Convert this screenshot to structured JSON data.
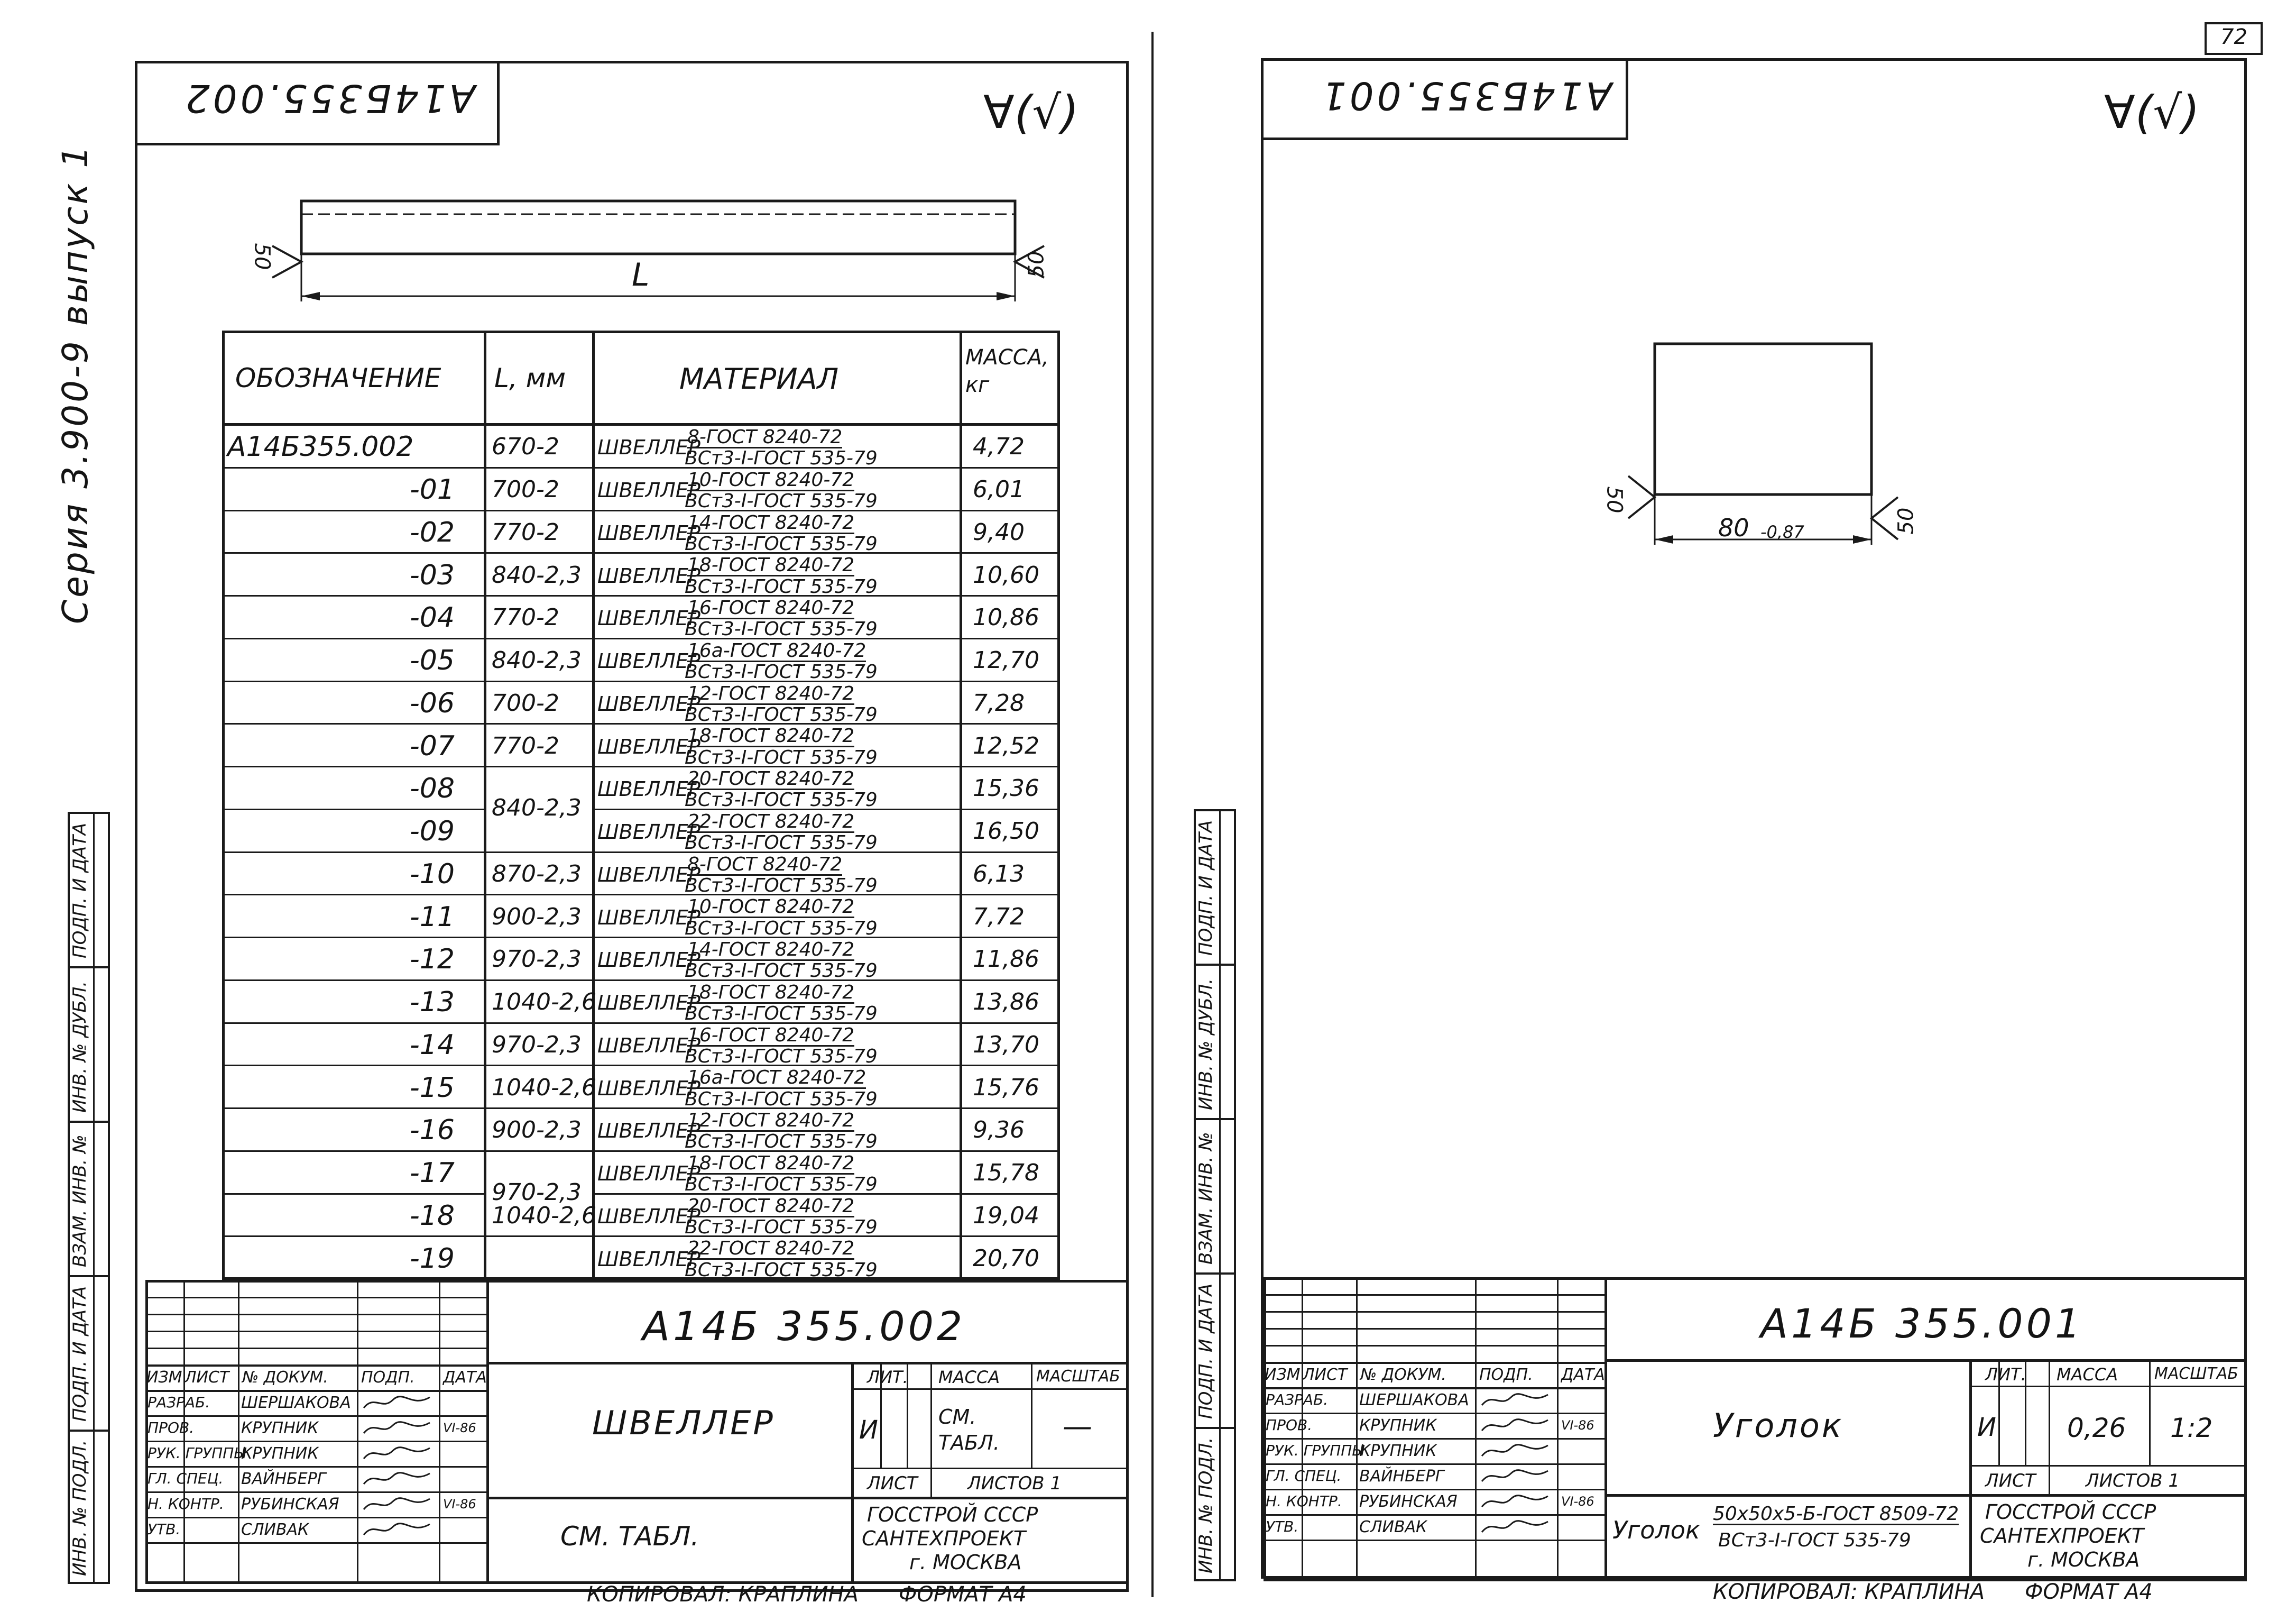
{
  "page_number": "72",
  "series_label": "Серия 3.900-9 выпуск 1",
  "copied_label": "КОПИРОВАЛ: КРАПЛИНА",
  "format_label": "ФОРМАТ А4",
  "left_sheet": {
    "top_code": "А14Б355.002",
    "roughness": "∀(√)",
    "dims": {
      "length": "L",
      "rough_left": "50",
      "rough_right": "50"
    },
    "table": {
      "headers": {
        "designation": "ОБОЗНАЧЕНИЕ",
        "length": "L, мм",
        "material": "МАТЕРИАЛ",
        "mass": "МАССА, кг"
      },
      "rows": [
        {
          "designation": "А14Б355.002",
          "length": "670-2",
          "mat_name": "ШВЕЛЛЕР",
          "mat_top": "8-ГОСТ 8240-72",
          "mat_bottom": "ВСт3-I-ГОСТ 535-79",
          "mass": "4,72"
        },
        {
          "designation": "-01",
          "length": "700-2",
          "mat_name": "ШВЕЛЛЕР",
          "mat_top": "10-ГОСТ 8240-72",
          "mat_bottom": "ВСт3-I-ГОСТ 535-79",
          "mass": "6,01"
        },
        {
          "designation": "-02",
          "length": "770-2",
          "mat_name": "ШВЕЛЛЕР",
          "mat_top": "14-ГОСТ 8240-72",
          "mat_bottom": "ВСт3-I-ГОСТ 535-79",
          "mass": "9,40"
        },
        {
          "designation": "-03",
          "length": "840-2,3",
          "mat_name": "ШВЕЛЛЕР",
          "mat_top": "18-ГОСТ 8240-72",
          "mat_bottom": "ВСт3-I-ГОСТ 535-79",
          "mass": "10,60"
        },
        {
          "designation": "-04",
          "length": "770-2",
          "mat_name": "ШВЕЛЛЕР",
          "mat_top": "16-ГОСТ 8240-72",
          "mat_bottom": "ВСт3-I-ГОСТ 535-79",
          "mass": "10,86"
        },
        {
          "designation": "-05",
          "length": "840-2,3",
          "mat_name": "ШВЕЛЛЕР",
          "mat_top": "16а-ГОСТ 8240-72",
          "mat_bottom": "ВСт3-I-ГОСТ 535-79",
          "mass": "12,70"
        },
        {
          "designation": "-06",
          "length": "700-2",
          "mat_name": "ШВЕЛЛЕР",
          "mat_top": "12-ГОСТ 8240-72",
          "mat_bottom": "ВСт3-I-ГОСТ 535-79",
          "mass": "7,28"
        },
        {
          "designation": "-07",
          "length": "770-2",
          "mat_name": "ШВЕЛЛЕР",
          "mat_top": "18-ГОСТ 8240-72",
          "mat_bottom": "ВСт3-I-ГОСТ 535-79",
          "mass": "12,52"
        },
        {
          "designation": "-08",
          "length": "840-2,3",
          "mat_name": "ШВЕЛЛЕР",
          "mat_top": "20-ГОСТ 8240-72",
          "mat_bottom": "ВСт3-I-ГОСТ 535-79",
          "mass": "15,36"
        },
        {
          "designation": "-09",
          "length": "",
          "mat_name": "ШВЕЛЛЕР",
          "mat_top": "22-ГОСТ 8240-72",
          "mat_bottom": "ВСт3-I-ГОСТ 535-79",
          "mass": "16,50"
        },
        {
          "designation": "-10",
          "length": "870-2,3",
          "mat_name": "ШВЕЛЛЕР",
          "mat_top": "8-ГОСТ 8240-72",
          "mat_bottom": "ВСт3-I-ГОСТ 535-79",
          "mass": "6,13"
        },
        {
          "designation": "-11",
          "length": "900-2,3",
          "mat_name": "ШВЕЛЛЕР",
          "mat_top": "10-ГОСТ 8240-72",
          "mat_bottom": "ВСт3-I-ГОСТ 535-79",
          "mass": "7,72"
        },
        {
          "designation": "-12",
          "length": "970-2,3",
          "mat_name": "ШВЕЛЛЕР",
          "mat_top": "14-ГОСТ 8240-72",
          "mat_bottom": "ВСт3-I-ГОСТ 535-79",
          "mass": "11,86"
        },
        {
          "designation": "-13",
          "length": "1040-2,6",
          "mat_name": "ШВЕЛЛЕР",
          "mat_top": "18-ГОСТ 8240-72",
          "mat_bottom": "ВСт3-I-ГОСТ 535-79",
          "mass": "13,86"
        },
        {
          "designation": "-14",
          "length": "970-2,3",
          "mat_name": "ШВЕЛЛЕР",
          "mat_top": "16-ГОСТ 8240-72",
          "mat_bottom": "ВСт3-I-ГОСТ 535-79",
          "mass": "13,70"
        },
        {
          "designation": "-15",
          "length": "1040-2,6",
          "mat_name": "ШВЕЛЛЕР",
          "mat_top": "16а-ГОСТ 8240-72",
          "mat_bottom": "ВСт3-I-ГОСТ 535-79",
          "mass": "15,76"
        },
        {
          "designation": "-16",
          "length": "900-2,3",
          "mat_name": "ШВЕЛЛЕР",
          "mat_top": "12-ГОСТ 8240-72",
          "mat_bottom": "ВСт3-I-ГОСТ 535-79",
          "mass": "9,36"
        },
        {
          "designation": "-17",
          "length": "970-2,3",
          "mat_name": "ШВЕЛЛЕР",
          "mat_top": "18-ГОСТ 8240-72",
          "mat_bottom": "ВСт3-I-ГОСТ 535-79",
          "mass": "15,78"
        },
        {
          "designation": "-18",
          "length": "1040-2,6",
          "mat_name": "ШВЕЛЛЕР",
          "mat_top": "20-ГОСТ 8240-72",
          "mat_bottom": "ВСт3-I-ГОСТ 535-79",
          "mass": "19,04"
        },
        {
          "designation": "-19",
          "length": "",
          "mat_name": "ШВЕЛЛЕР",
          "mat_top": "22-ГОСТ 8240-72",
          "mat_bottom": "ВСт3-I-ГОСТ 535-79",
          "mass": "20,70"
        }
      ]
    },
    "title_block": {
      "doc_code": "А14Б 355.002",
      "part_name": "ШВЕЛЛЕР",
      "material": "СМ. ТАБЛ.",
      "lit_label": "ЛИТ.",
      "mass_label": "МАССА",
      "scale_label": "МАСШТАБ",
      "lit_value": "И",
      "mass_value": "СМ. ТАБЛ.",
      "scale_value": "—",
      "sheet_label": "ЛИСТ",
      "sheets_label": "ЛИСТОВ 1",
      "org_1": "ГОССТРОЙ СССР",
      "org_2": "САНТЕХПРОЕКТ",
      "org_3": "г. МОСКВА",
      "roles_header": {
        "izm": "ИЗМ",
        "list": "ЛИСТ",
        "doc": "№ ДОКУМ.",
        "sign": "ПОДП.",
        "date": "ДАТА"
      },
      "roles": [
        {
          "role": "РАЗРАБ.",
          "name": "ШЕРШАКОВА",
          "date": ""
        },
        {
          "role": "ПРОВ.",
          "name": "КРУПНИК",
          "date": "VI-86"
        },
        {
          "role": "РУК. ГРУППЫ",
          "name": "КРУПНИК",
          "date": ""
        },
        {
          "role": "ГЛ. СПЕЦ.",
          "name": "ВАЙНБЕРГ",
          "date": ""
        },
        {
          "role": "Н. КОНТР.",
          "name": "РУБИНСКАЯ",
          "date": "VI-86"
        },
        {
          "role": "УТВ.",
          "name": "СЛИВАК",
          "date": ""
        }
      ]
    }
  },
  "right_sheet": {
    "top_code": "А14Б355.001",
    "roughness": "∀(√)",
    "dims": {
      "width": "80",
      "width_tol": "-0,87",
      "rough_left": "50",
      "rough_right": "50"
    },
    "title_block": {
      "doc_code": "А14Б 355.001",
      "part_name": "Уголок",
      "material_name": "Уголок",
      "material_top": "50х50х5-Б-ГОСТ 8509-72",
      "material_bottom": "ВСт3-I-ГОСТ 535-79",
      "lit_label": "ЛИТ.",
      "mass_label": "МАССА",
      "scale_label": "МАСШТАБ",
      "lit_value": "И",
      "mass_value": "0,26",
      "scale_value": "1:2",
      "sheet_label": "ЛИСТ",
      "sheets_label": "ЛИСТОВ 1",
      "org_1": "ГОССТРОЙ СССР",
      "org_2": "САНТЕХПРОЕКТ",
      "org_3": "г. МОСКВА",
      "roles_header": {
        "izm": "ИЗМ",
        "list": "ЛИСТ",
        "doc": "№ ДОКУМ.",
        "sign": "ПОДП.",
        "date": "ДАТА"
      },
      "roles": [
        {
          "role": "РАЗРАБ.",
          "name": "ШЕРШАКОВА",
          "date": ""
        },
        {
          "role": "ПРОВ.",
          "name": "КРУПНИК",
          "date": "VI-86"
        },
        {
          "role": "РУК. ГРУППЫ",
          "name": "КРУПНИК",
          "date": ""
        },
        {
          "role": "ГЛ. СПЕЦ.",
          "name": "ВАЙНБЕРГ",
          "date": ""
        },
        {
          "role": "Н. КОНТР.",
          "name": "РУБИНСКАЯ",
          "date": "VI-86"
        },
        {
          "role": "УТВ.",
          "name": "СЛИВАК",
          "date": ""
        }
      ]
    }
  },
  "side_strip": [
    "ПОДП. И ДАТА",
    "ИНВ. № ДУБЛ.",
    "ВЗАМ. ИНВ. №",
    "ПОДП. И ДАТА",
    "ИНВ. № ПОДЛ."
  ]
}
